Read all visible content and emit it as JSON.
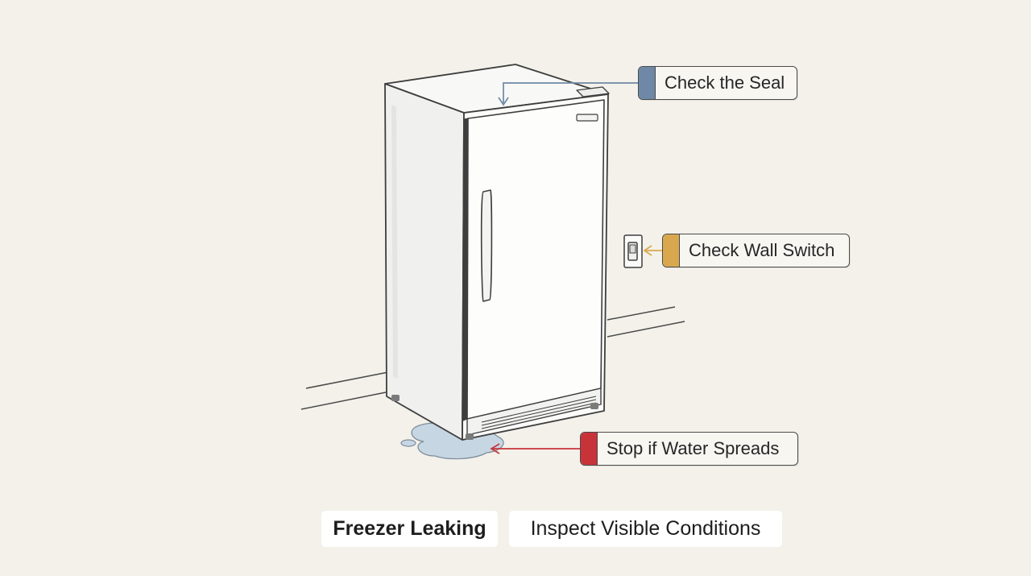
{
  "callouts": {
    "seal": {
      "label": "Check the Seal",
      "color": "#6f88a6"
    },
    "switch": {
      "label": "Check Wall Switch",
      "color": "#d9a84e"
    },
    "water": {
      "label": "Stop if Water Spreads",
      "color": "#c8333a"
    }
  },
  "caption": {
    "title": "Freezer Leaking",
    "subtitle": "Inspect Visible Conditions"
  },
  "colors": {
    "background": "#f3f1ea",
    "line": "#3e3e3e",
    "water": "#c7d6e3"
  }
}
